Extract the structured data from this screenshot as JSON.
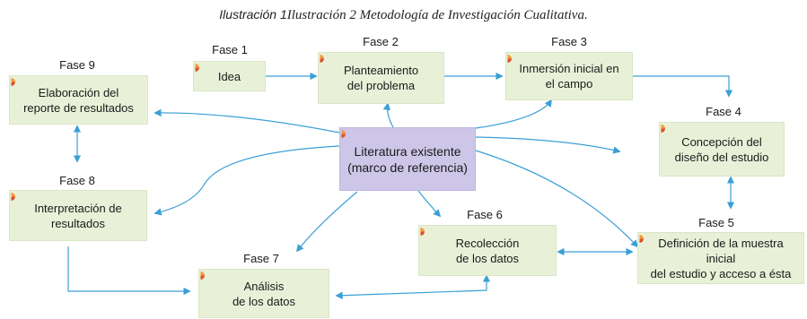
{
  "caption": {
    "prefix": "Ilustración 1",
    "text": "Ilustración 2 Metodología de Investigación Cualitativa."
  },
  "center": {
    "label": "Literatura existente\n(marco de referencia)",
    "color": "#cdc6e8"
  },
  "phases": [
    {
      "id": "fase1",
      "phase_label": "Fase 1",
      "label": "Idea"
    },
    {
      "id": "fase2",
      "phase_label": "Fase 2",
      "label": "Planteamiento\ndel problema"
    },
    {
      "id": "fase3",
      "phase_label": "Fase 3",
      "label": "Inmersión inicial en\nel campo"
    },
    {
      "id": "fase4",
      "phase_label": "Fase 4",
      "label": "Concepción del\ndiseño del estudio"
    },
    {
      "id": "fase5",
      "phase_label": "Fase 5",
      "label": "Definición de la muestra inicial\ndel estudio y acceso a ésta"
    },
    {
      "id": "fase6",
      "phase_label": "Fase 6",
      "label": "Recolección\nde los datos"
    },
    {
      "id": "fase7",
      "phase_label": "Fase 7",
      "label": "Análisis\nde los datos"
    },
    {
      "id": "fase8",
      "phase_label": "Fase 8",
      "label": "Interpretación de\nresultados"
    },
    {
      "id": "fase9",
      "phase_label": "Fase 9",
      "label": "Elaboración del\nreporte de resultados"
    }
  ],
  "colors": {
    "box_fill": "#e8f1d8",
    "arrow": "#3a9fd6",
    "accent_orange": "#f39a3c",
    "accent_red": "#d8532a"
  }
}
